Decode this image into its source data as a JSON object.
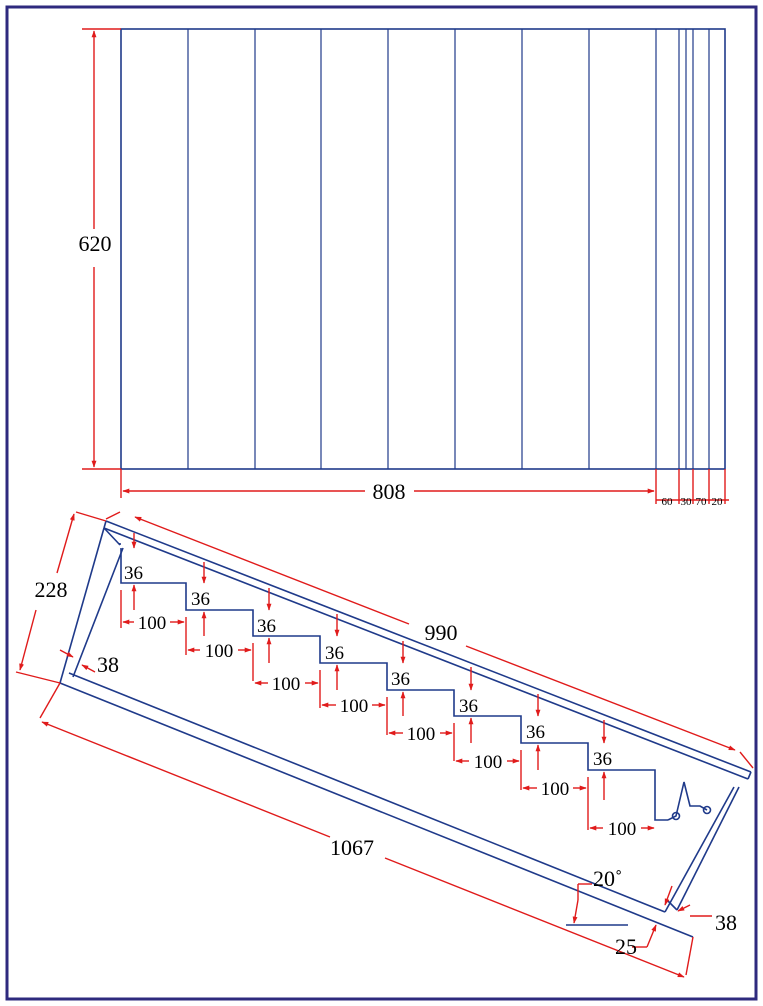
{
  "colors": {
    "frame": "#2e2a7e",
    "outline": "#1f3a8a",
    "dimension": "#e01b1b",
    "text": "#000000"
  },
  "plan_view": {
    "height_label": "620",
    "width_label": "808",
    "extra_labels": [
      "60",
      "30",
      "70",
      "20"
    ]
  },
  "section_view": {
    "thickness_label": "228",
    "wall_label": "38",
    "top_length_label": "990",
    "bottom_length_label": "1067",
    "angle_label": "20˚",
    "edge_label": "25",
    "end_wall_label": "38",
    "step_rise_label": "36",
    "step_run_label": "100",
    "step_count": 8
  }
}
